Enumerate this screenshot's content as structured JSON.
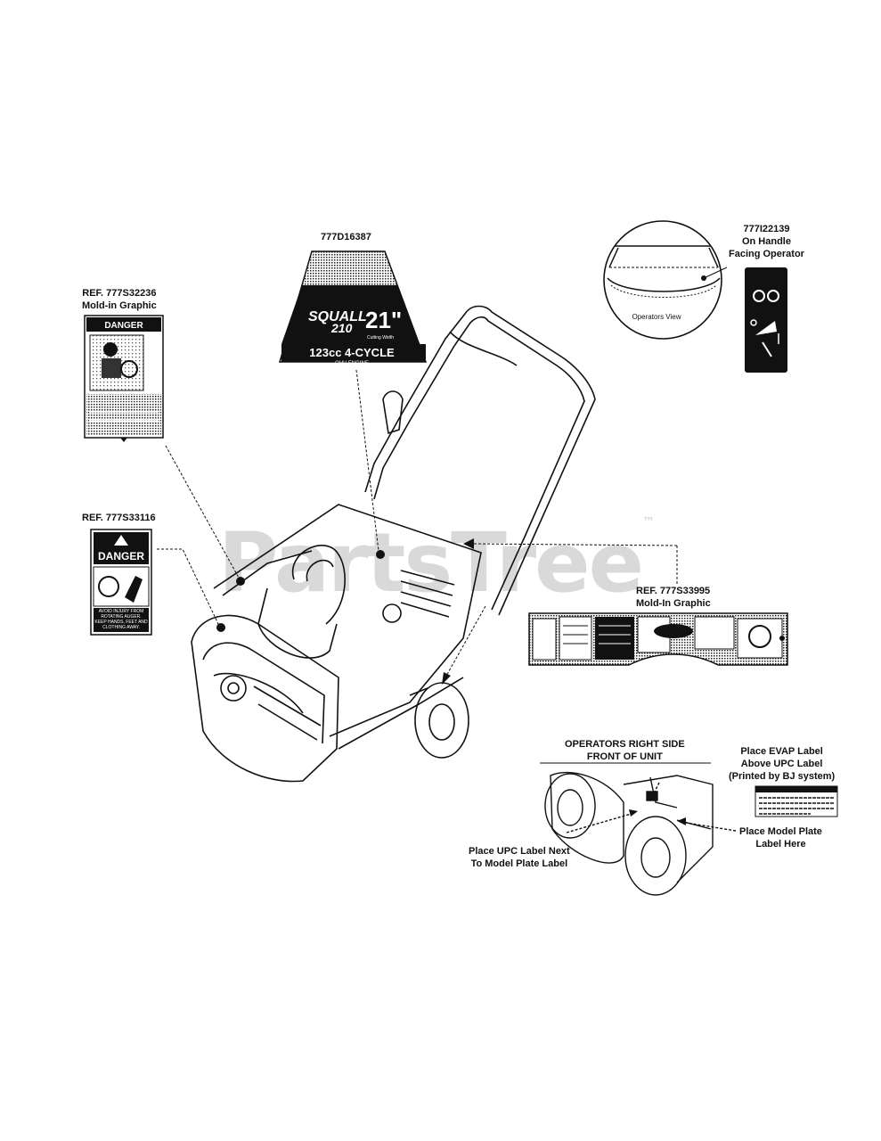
{
  "watermark": "PartsTree",
  "watermark_tm": "™",
  "labels": {
    "decal_777d16387": {
      "ref": "777D16387"
    },
    "ref_777s32236": {
      "line1": "REF. 777S32236",
      "line2": "Mold-in Graphic"
    },
    "ref_777s33116": {
      "line1": "REF. 777S33116"
    },
    "handle_777i22139": {
      "line1": "777I22139",
      "line2": "On Handle",
      "line3": "Facing Operator"
    },
    "operators_view": "Operators View",
    "ref_777s33995": {
      "line1": "REF. 777S33995",
      "line2": "Mold-In Graphic"
    },
    "operators_right_side": {
      "line1": "OPERATORS RIGHT SIDE",
      "line2": "FRONT OF UNIT"
    },
    "place_evap": {
      "line1": "Place EVAP Label",
      "line2": "Above UPC Label",
      "line3": "(Printed by BJ system)"
    },
    "place_upc": {
      "line1": "Place UPC Label Next",
      "line2": "To Model Plate Label"
    },
    "place_model_plate": {
      "line1": "Place Model Plate",
      "line2": "Label Here"
    }
  },
  "decals": {
    "model_decal": {
      "brand": "SQUALL",
      "model": "210",
      "size": "21\"",
      "size_sub": "Cutting Width",
      "engine": "123cc 4-CYCLE",
      "engine_sub": "OHV ENGINE"
    },
    "danger_small": {
      "header": "DANGER"
    },
    "danger_large": {
      "header": "DANGER",
      "warning": "AVOID INJURY FROM ROTATING AUGER. KEEP HANDS, FEET AND CLOTHING AWAY."
    }
  }
}
